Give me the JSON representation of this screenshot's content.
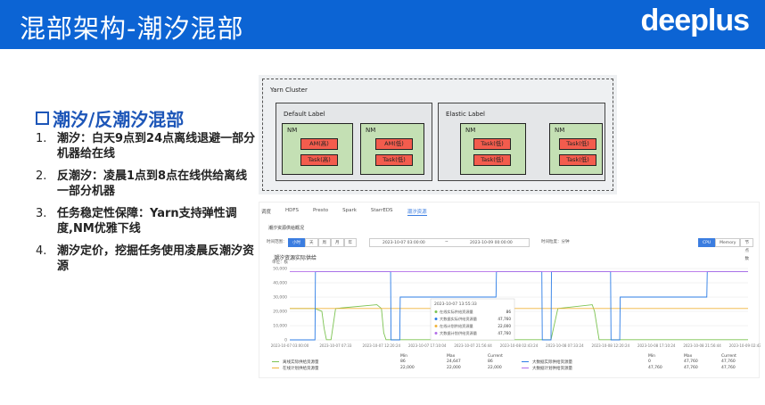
{
  "header": {
    "title": "混部架构-潮汐混部",
    "logo": "deeplus"
  },
  "section": {
    "title": "潮汐/反潮汐混部",
    "items": [
      {
        "num": "1.",
        "text": "潮汐：白天9点到24点离线退避一部分机器给在线"
      },
      {
        "num": "2.",
        "text": "反潮汐：凌晨1点到8点在线供给离线一部分机器"
      },
      {
        "num": "3.",
        "text": "任务稳定性保障：Yarn支持弹性调度,NM优雅下线"
      },
      {
        "num": "4.",
        "text": "潮汐定价，挖掘任务使用凌晨反潮汐资源"
      }
    ]
  },
  "yarn": {
    "cluster_label": "Yarn Cluster",
    "default_label": "Default Label",
    "elastic_label": "Elastic Label",
    "nm_label": "NM",
    "am_high": "AM(高)",
    "task_high": "Task(高)",
    "am_low": "AM(低)",
    "task_low": "Task(低)"
  },
  "dashboard": {
    "tabs": [
      "调度",
      "HDFS",
      "Presto",
      "Spark",
      "StarrEDS",
      "潮汐资源"
    ],
    "active_tab": 5,
    "subtitle": "潮汐资源供给概况",
    "range_label": "时间范围：",
    "range_options": [
      "小时",
      "天",
      "周",
      "月",
      "年"
    ],
    "start_time": "2023-10-07 03:00:00",
    "end_time": "2023-10-09 00:00:00",
    "interval_label": "时间粒度：分钟",
    "metric_options": [
      "CPU",
      "Memory",
      "节点数"
    ],
    "chart_title": "潮汐资源实际供给",
    "unit_label": "单位：核"
  },
  "chart_data": {
    "type": "line",
    "title": "潮汐资源实际供给",
    "ylabel": "单位：核",
    "ylim": [
      0,
      50000
    ],
    "yticks": [
      "0",
      "10,000",
      "20,000",
      "30,000",
      "40,000",
      "50,000"
    ],
    "xticks": [
      "2023-10-07 03:00:00",
      "2023-10-07 07:33",
      "2023-10-07 12:20:24",
      "2023-10-07 17:10:04",
      "2023-10-07 21:56:44",
      "2023-10-08 02:43:24",
      "2023-10-08 07:33:24",
      "2023-10-08 12:20:24",
      "2023-10-08 17:10:24",
      "2023-10-08 21:56:44",
      "2023-10-09 02:43:24"
    ],
    "series": [
      {
        "name": "离线实际供给资源量",
        "color": "#7cc352",
        "min": "86",
        "max": "24,647",
        "current": "86"
      },
      {
        "name": "在线计划供给资源量",
        "color": "#f0b33a",
        "min": "22,000",
        "max": "22,000",
        "current": "22,000"
      },
      {
        "name": "大数据实际供给资源量",
        "color": "#2d7de6",
        "min": "0",
        "max": "47,760",
        "current": "47,760"
      },
      {
        "name": "大数据计划供给资源量",
        "color": "#b26de8",
        "min": "47,760",
        "max": "47,760",
        "current": "47,760"
      }
    ],
    "legend_headers": [
      "Min",
      "Max",
      "Current"
    ],
    "tooltip": {
      "time": "2023-10-07 13:55:33",
      "rows": [
        {
          "name": "在线实际供给资源量",
          "value": "86"
        },
        {
          "name": "大数据实际供给资源量",
          "value": "47,760"
        },
        {
          "name": "在线计划供给资源量",
          "value": "22,000"
        },
        {
          "name": "大数据计划供给资源量",
          "value": "47,760"
        }
      ]
    }
  }
}
